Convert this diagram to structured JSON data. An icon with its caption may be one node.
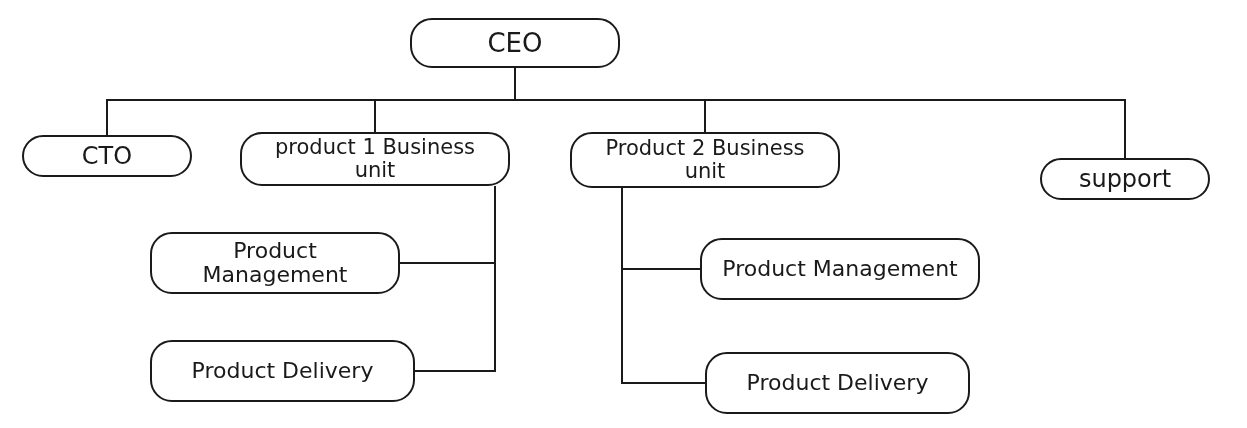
{
  "diagram": {
    "nodes": [
      {
        "text": [
          "CEO"
        ]
      },
      {
        "text": [
          "CTO"
        ]
      },
      {
        "text": [
          "product 1 Business unit"
        ]
      },
      {
        "text": [
          "Product 2 Business unit"
        ]
      },
      {
        "text": [
          "support"
        ]
      },
      {
        "text": [
          "Product Management"
        ]
      },
      {
        "text": [
          "Product Delivery"
        ]
      },
      {
        "text": [
          "Product Management"
        ]
      },
      {
        "text": [
          "Product Delivery"
        ]
      }
    ],
    "edges": [
      {
        "from": 0,
        "to": 1,
        "arrow": "none"
      },
      {
        "from": 0,
        "to": 2,
        "arrow": "none"
      },
      {
        "from": 0,
        "to": 3,
        "arrow": "none"
      },
      {
        "from": 0,
        "to": 4,
        "arrow": "none"
      },
      {
        "from": 2,
        "to": 5,
        "arrow": "none"
      },
      {
        "from": 2,
        "to": 6,
        "arrow": "none"
      },
      {
        "from": 3,
        "to": 7,
        "arrow": "none"
      },
      {
        "from": 3,
        "to": 8,
        "arrow": "none"
      }
    ]
  }
}
